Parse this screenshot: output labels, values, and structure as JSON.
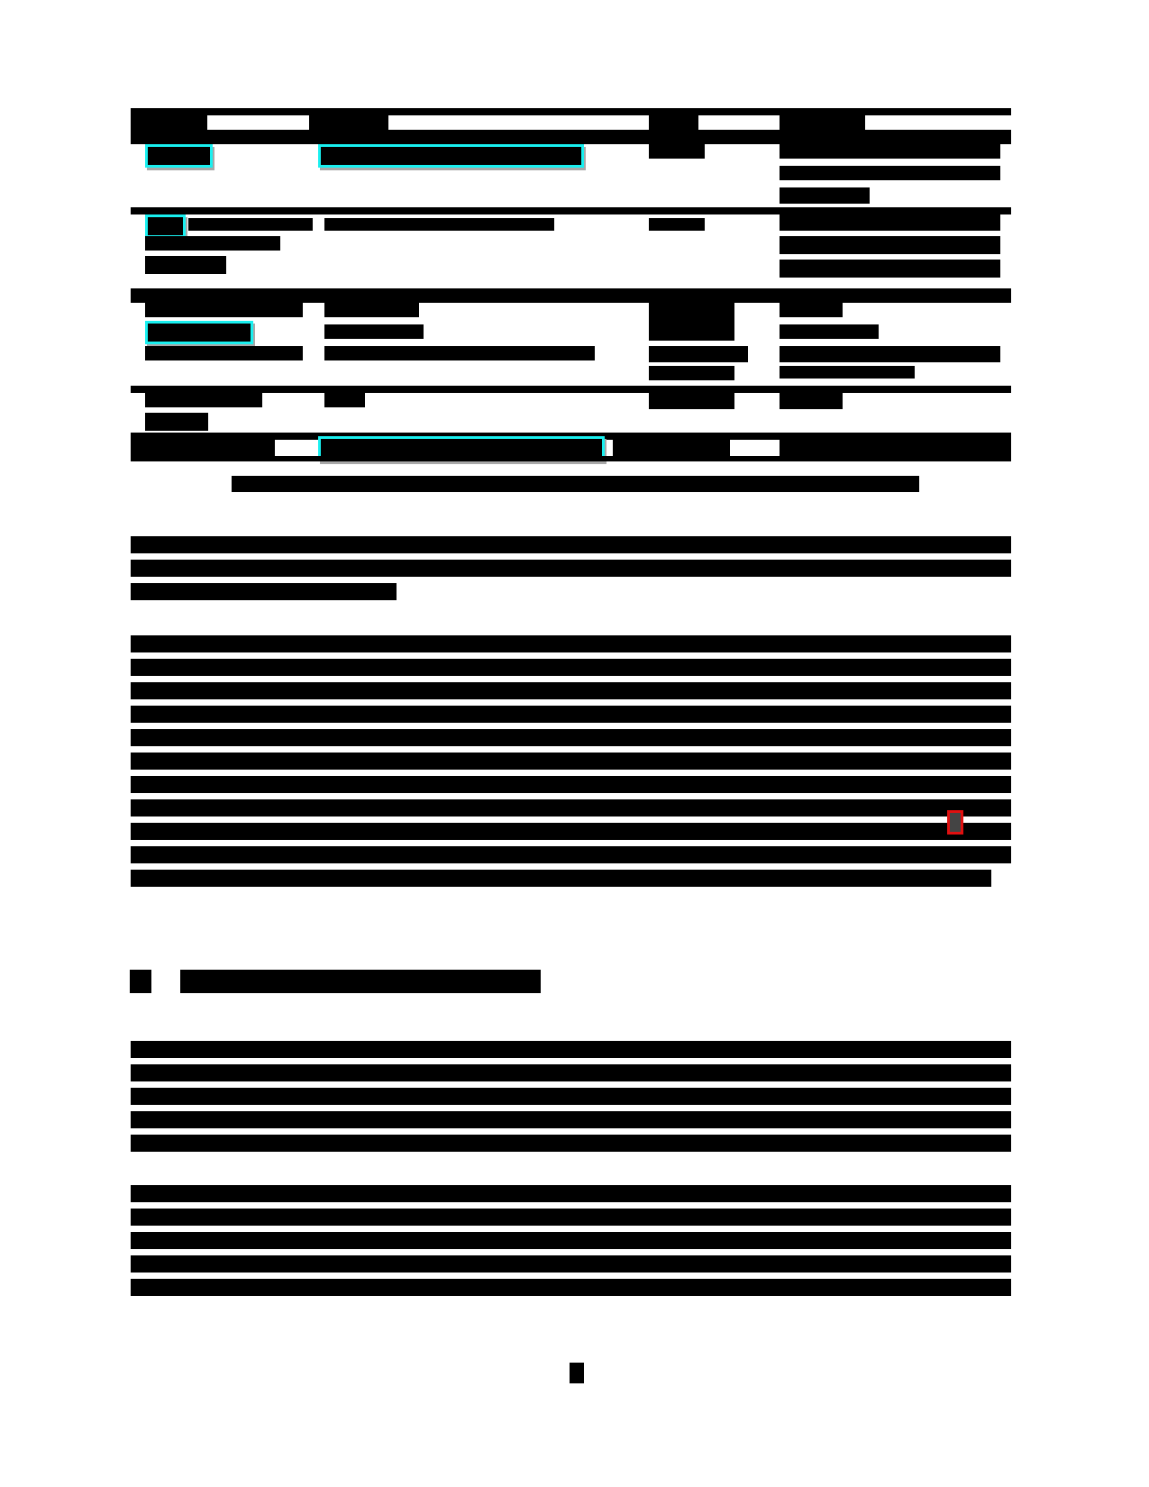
{
  "document": {
    "type": "redacted-paper-page",
    "page_number": "■",
    "table": {
      "columns": 4,
      "header": [
        "■■■■■",
        "■■■■■",
        "■■■",
        "■■■■■■"
      ],
      "rows": [
        {
          "cells": [
            "■■■■■■",
            "■■■■■■■■■■■■■■■■■■■■■■■■■■",
            "■■■■■",
            "■■■■■ ■■■■ ■■■ ■■■■ ■■■■■■■■"
          ],
          "links": [
            "col1",
            "col2"
          ]
        },
        {
          "cells": [
            "■■■■ ■■■■■■■■ ■■■■■■■■",
            "■■■■ ■■■■■■■■ ■■■■ ■■■■",
            "■■■■",
            "■■ ■■■■■■ ■■■ ■■■■■■■■ ■■■■"
          ],
          "links": [
            "col1"
          ]
        },
        {
          "cells": [
            "■■■■■■■■■■ ■■■■■■■■",
            "■■■■■■ ■■■■■■■ ■■■■■■■■■■■■■■■■",
            "■■■■■■ ■■■■■■■",
            "■■■■■■ ■■■■■■■■ ■■■■■■■■■"
          ],
          "links": [
            "col1"
          ]
        },
        {
          "cells": [
            "■■■■■■■ ■■■■",
            "■■■■",
            "■■■■■■",
            "■■■■"
          ],
          "links": []
        },
        {
          "cells": [
            "■■■■■■■■■■",
            "■■■■■■■■■■■■■■■■■■■■■■■",
            "■■■■■",
            "■■■■■"
          ],
          "links": [
            "col2"
          ]
        }
      ]
    },
    "caption": "■■■■■ ■: ■■■■■■■■■■■■■■■■■■■■■■■■■■■■■■■■■■■■■■■■■■■■",
    "paragraphs": [
      {
        "lines": 3,
        "text": "■■■■■■■■ ■■■■■■■■■■ ■■■■■■■■■■■ ■■ ■■■■■■■■■■■■ ■■■■■■■■■■■■■"
      },
      {
        "lines": 11,
        "text": "■■■■■■■■■■■■■■■■■■■■■■■■■■■■■■■■■■■■■■■■■■■■■■■■■■■■■■■■■■■■■■",
        "marker": "■"
      }
    ],
    "section": {
      "number": "■",
      "title": "■■■■■■ ■■■■■■■■ ■■■■■■"
    },
    "section_paragraphs": [
      {
        "lines": 5,
        "text": "■■■■ ■■■■■■■■■■■■■■■■■■■■■■■■■■■■■■■■■■■■■■■■■■■■■■■■■■■■■■"
      },
      {
        "lines": 5,
        "text": "■■■■ ■■■■■■■■■■■■■■■■■■■■■■■■■■■■■■■■■■■■■■■■■■■■■■■■■■■■■■"
      }
    ],
    "colors": {
      "link_highlight": "#19f0f0",
      "marker_highlight": "#e01010",
      "redaction": "#000000",
      "background": "#ffffff"
    }
  }
}
